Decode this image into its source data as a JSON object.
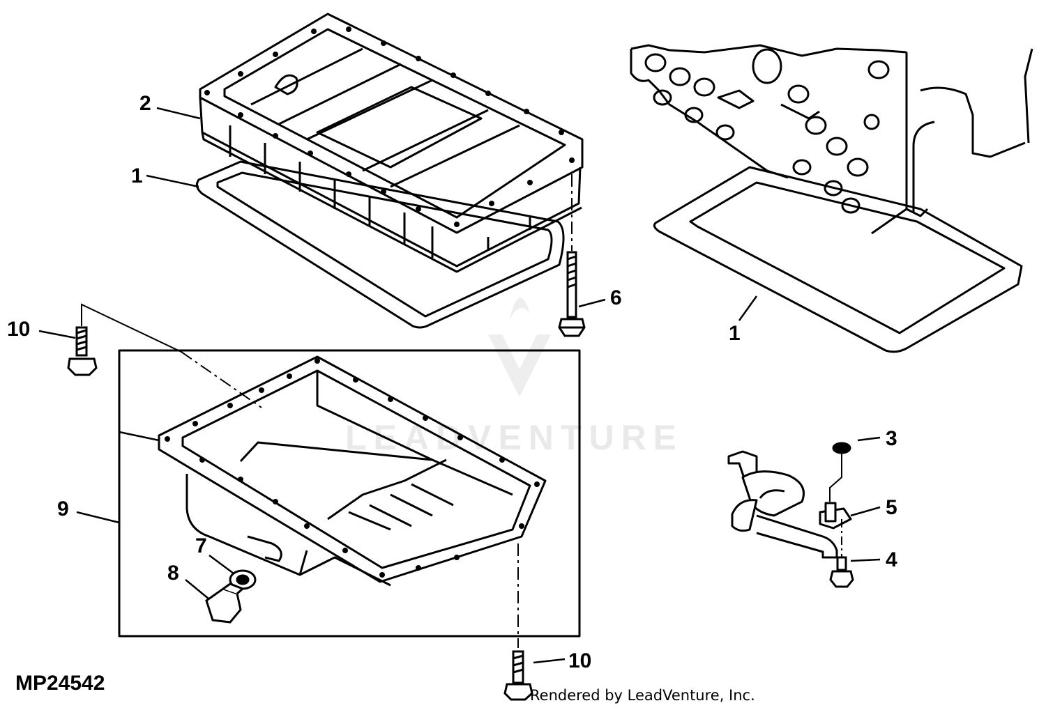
{
  "diagram": {
    "figure_code": "MP24542",
    "credit": "Rendered by LeadVenture, Inc.",
    "watermark": "LEADVENTURE",
    "callouts": [
      "1",
      "2",
      "1",
      "3",
      "4",
      "5",
      "6",
      "7",
      "8",
      "9",
      "10",
      "10"
    ]
  }
}
